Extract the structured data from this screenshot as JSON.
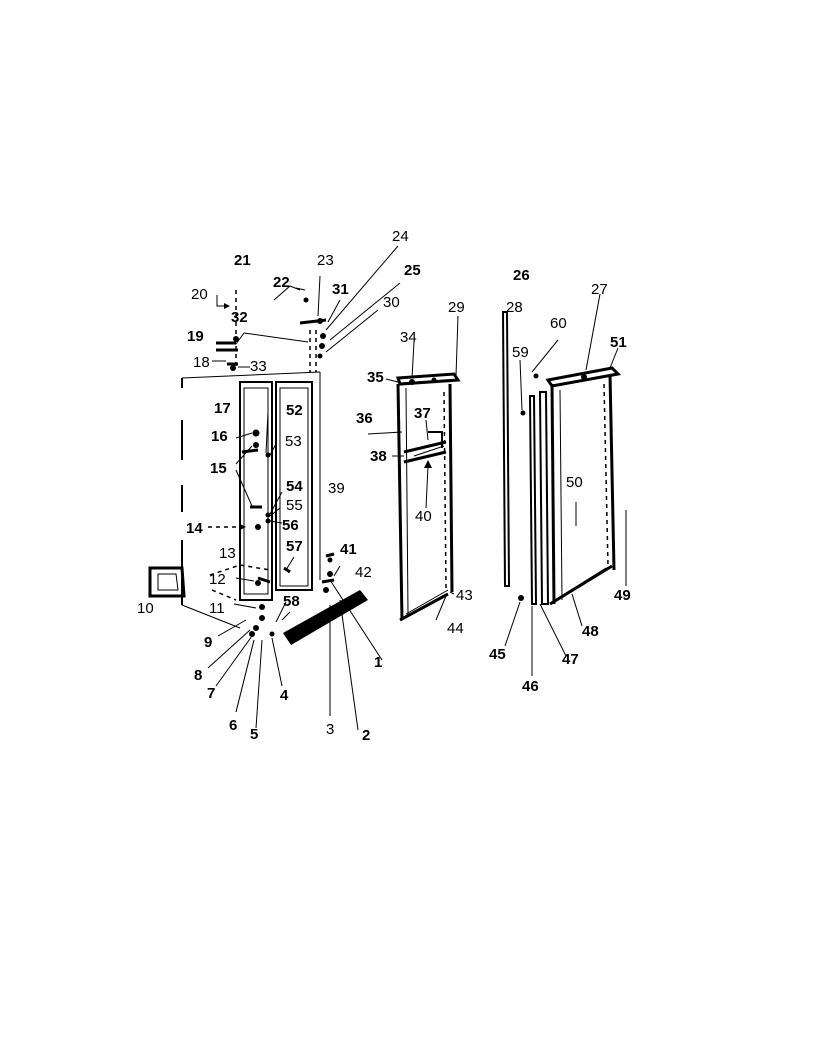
{
  "callouts": {
    "c1": "1",
    "c2": "2",
    "c3": "3",
    "c4": "4",
    "c5": "5",
    "c6": "6",
    "c7": "7",
    "c8": "8",
    "c9": "9",
    "c10": "10",
    "c11": "11",
    "c12": "12",
    "c13": "13",
    "c14": "14",
    "c15": "15",
    "c16": "16",
    "c17": "17",
    "c18": "18",
    "c19": "19",
    "c20": "20",
    "c21": "21",
    "c22": "22",
    "c23": "23",
    "c24": "24",
    "c25": "25",
    "c26": "26",
    "c27": "27",
    "c28": "28",
    "c29": "29",
    "c30": "30",
    "c31": "31",
    "c32": "32",
    "c33": "33",
    "c34": "34",
    "c35": "35",
    "c36": "36",
    "c37": "37",
    "c38": "38",
    "c39": "39",
    "c40": "40",
    "c41": "41",
    "c42": "42",
    "c43": "43",
    "c44": "44",
    "c45": "45",
    "c46": "46",
    "c47": "47",
    "c48": "48",
    "c49": "49",
    "c50": "50",
    "c51": "51",
    "c52": "52",
    "c53": "53",
    "c54": "54",
    "c55": "55",
    "c56": "56",
    "c57": "57",
    "c58": "58",
    "c59": "59",
    "c60": "60"
  }
}
